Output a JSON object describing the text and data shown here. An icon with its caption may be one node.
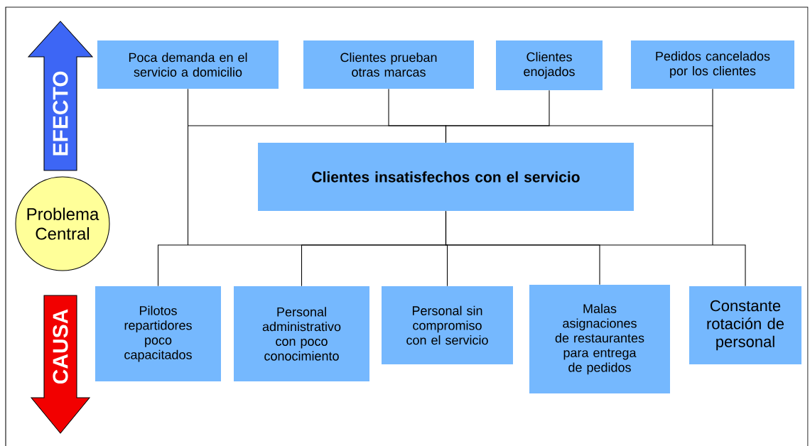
{
  "diagram": {
    "nodes": [
      {
        "text": [
          "Poca demanda en el servicio a domicilio"
        ]
      },
      {
        "text": [
          "Clientes prueban otras marcas"
        ]
      },
      {
        "text": [
          "Clientes enojados"
        ]
      },
      {
        "text": [
          "Pedidos cancelados por los clientes"
        ]
      },
      {
        "text": [
          "Clientes insatisfechos con el servicio"
        ]
      },
      {
        "text": [
          "Pilotos repartidores poco capacitados"
        ]
      },
      {
        "text": [
          "Personal administrativo con poco conocimiento"
        ]
      },
      {
        "text": [
          "Personal sin compromiso con el servicio"
        ]
      },
      {
        "text": [
          "Malas asignaciones de restaurantes para entrega de pedidos"
        ]
      },
      {
        "text": [
          "Constante rotación de personal"
        ]
      },
      {
        "text": [
          "EFECTO"
        ]
      },
      {
        "text": [
          "Problema Central"
        ]
      },
      {
        "text": [
          "CAUSA"
        ]
      }
    ],
    "edges": [
      {
        "from": 0,
        "to": 4,
        "arrow": "none"
      },
      {
        "from": 1,
        "to": 4,
        "arrow": "none"
      },
      {
        "from": 2,
        "to": 4,
        "arrow": "none"
      },
      {
        "from": 3,
        "to": 4,
        "arrow": "none"
      },
      {
        "from": 5,
        "to": 4,
        "arrow": "none"
      },
      {
        "from": 6,
        "to": 4,
        "arrow": "none"
      },
      {
        "from": 7,
        "to": 4,
        "arrow": "none"
      },
      {
        "from": 8,
        "to": 4,
        "arrow": "none"
      },
      {
        "from": 9,
        "to": 4,
        "arrow": "none"
      }
    ]
  }
}
